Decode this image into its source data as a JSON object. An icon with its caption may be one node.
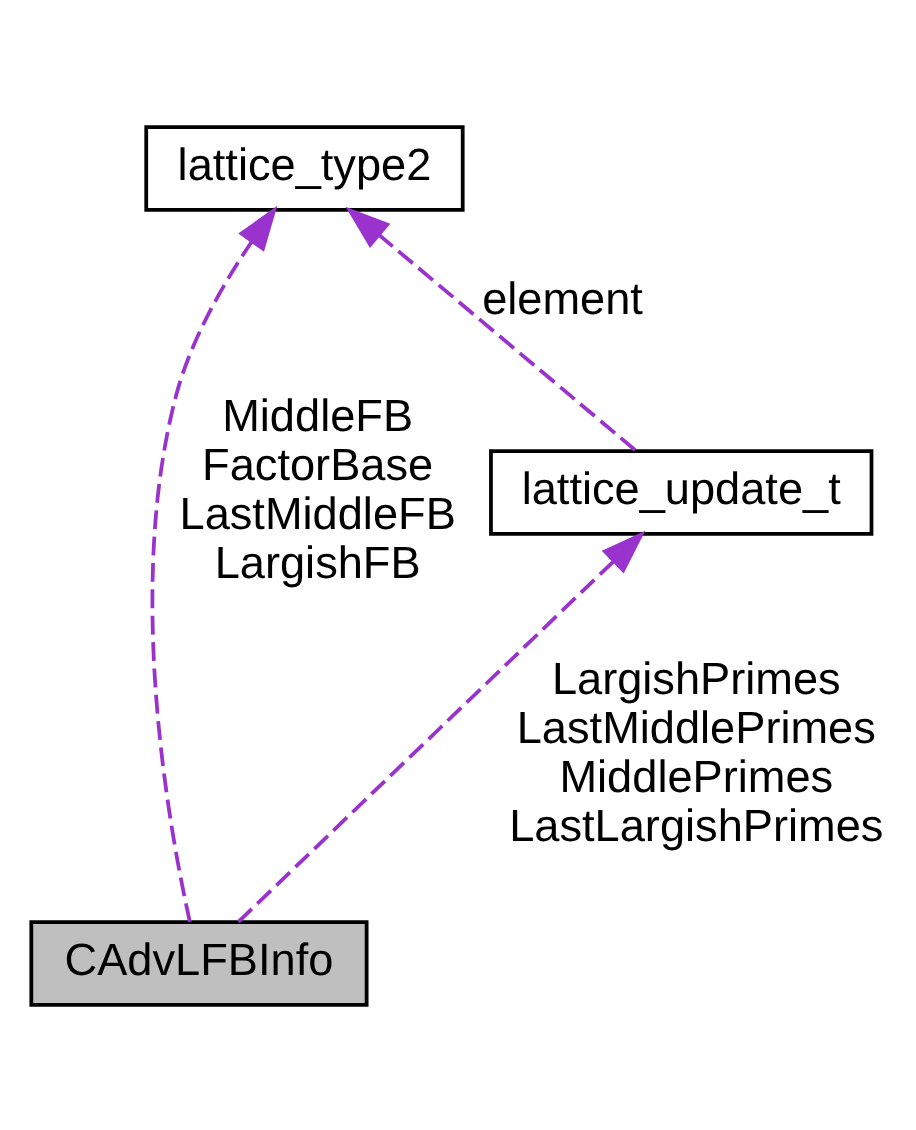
{
  "diagram": {
    "nodes": [
      {
        "text": [
          "lattice_type2"
        ]
      },
      {
        "text": [
          "lattice_update_t"
        ]
      },
      {
        "text": [
          "CAdvLFBInfo"
        ]
      }
    ],
    "edges": [
      {
        "from": 2,
        "to": 0,
        "arrow": "to",
        "style": "dashed",
        "color": "#9a32cd",
        "label": "MiddleFB FactorBase LastMiddleFB LargishFB"
      },
      {
        "from": 1,
        "to": 0,
        "arrow": "to",
        "style": "dashed",
        "color": "#9a32cd",
        "label": "element"
      },
      {
        "from": 2,
        "to": 1,
        "arrow": "to",
        "style": "dashed",
        "color": "#9a32cd",
        "label": "LargishPrimes LastMiddlePrimes MiddlePrimes LastLargishPrimes"
      }
    ]
  }
}
